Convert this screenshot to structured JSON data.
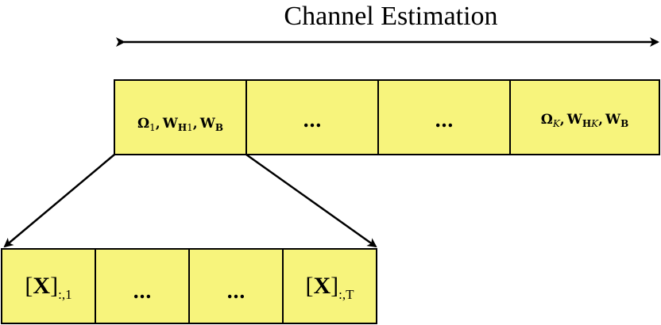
{
  "title": "Channel Estimation",
  "top_row": {
    "cell_1": {
      "omega": "Ω",
      "omega_sub": "1",
      "wh": "W",
      "wh_sub": "H",
      "wh_sub2": "1",
      "wb": "W",
      "wb_sub": "B",
      "sep": ","
    },
    "cell_2": "…",
    "cell_3": "…",
    "cell_4": {
      "omega": "Ω",
      "omega_sub": "K",
      "wh": "W",
      "wh_sub": "H",
      "wh_sub2": "K",
      "wb": "W",
      "wb_sub": "B",
      "sep": ","
    }
  },
  "bottom_row": {
    "cell_1": {
      "open": "[",
      "x": "X",
      "close": "]",
      "sub": ":,1"
    },
    "cell_2": "…",
    "cell_3": "…",
    "cell_4": {
      "open": "[",
      "x": "X",
      "close": "]",
      "sub": ":,T"
    }
  },
  "colors": {
    "cell_fill": "#f7f47c",
    "stroke": "#000000"
  }
}
